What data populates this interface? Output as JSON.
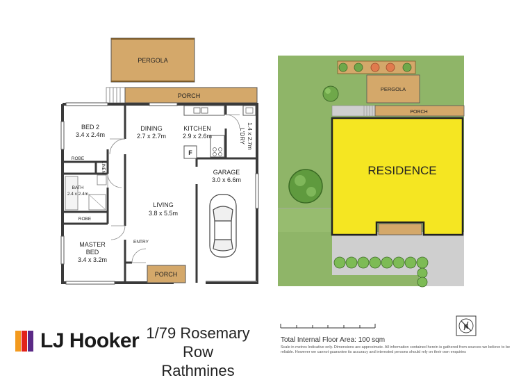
{
  "floorplan": {
    "pergola": "PERGOLA",
    "porch_top": "PORCH",
    "bed2": {
      "name": "BED 2",
      "size": "3.4 x 2.4m"
    },
    "dining": {
      "name": "DINING",
      "size": "2.7 x 2.7m"
    },
    "kitchen": {
      "name": "KITCHEN",
      "size": "2.9 x 2.6m"
    },
    "laundry": {
      "name": "L'DRY",
      "size": "1.4 x 2.7m"
    },
    "robe_upper": "ROBE",
    "linen": "LINEN",
    "bath": {
      "name": "BATH",
      "size": "2.4 x 2.4m"
    },
    "robe_lower": "ROBE",
    "garage": {
      "name": "GARAGE",
      "size": "3.0 x 6.6m"
    },
    "living": {
      "name": "LIVING",
      "size": "3.8 x 5.5m"
    },
    "fridge": "F",
    "entry": "ENTRY",
    "master": {
      "line1": "MASTER",
      "line2": "BED",
      "size": "3.4 x 3.2m"
    },
    "porch_bottom": "PORCH"
  },
  "siteplan": {
    "pergola": "PERGOLA",
    "porch": "PORCH",
    "residence": "RESIDENCE"
  },
  "footer": {
    "brand": "LJ Hooker",
    "address_line1": "1/79 Rosemary Row",
    "address_line2": "Rathmines",
    "total_area": "Total Internal Floor Area: 100 sqm",
    "disclaimer": "Scale in metres Indicative only. Dimensions are approximate. All information contained herein is gathered from sources we believe to be reliable. However we cannot guarantee its accuracy and interested persons should rely on their own enquiries",
    "compass_label": "N"
  },
  "colors": {
    "wall": "#3a3a3a",
    "deck": "#d4a86a",
    "lawn": "#8fb568",
    "residence": "#f5e622",
    "paving": "#cfcfcf",
    "brand_orange": "#f39a1e",
    "brand_red": "#e2231a",
    "brand_purple": "#5b2a86"
  }
}
